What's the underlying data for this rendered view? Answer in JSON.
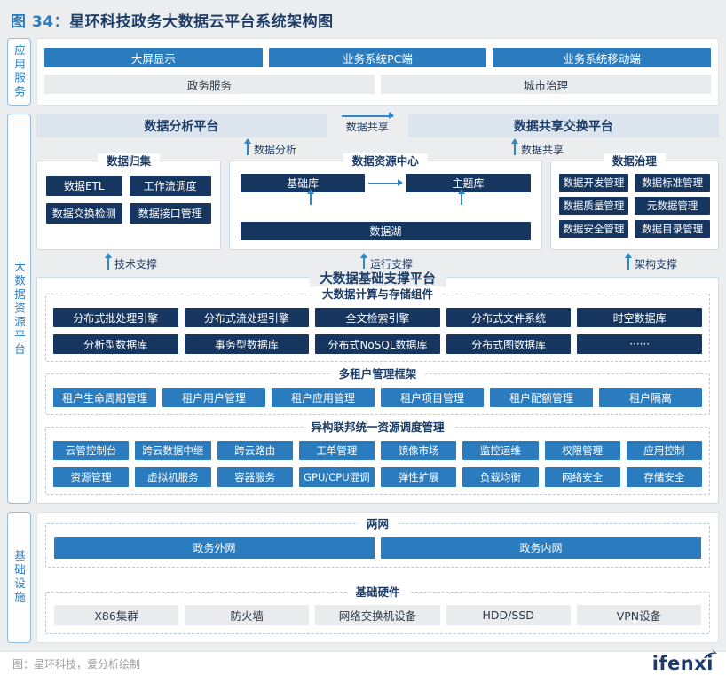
{
  "title": {
    "figure": "图 34：",
    "text": "星环科技政务大数据云平台系统架构图"
  },
  "colors": {
    "accent_blue": "#2b7cbf",
    "navy": "#16365f",
    "banner_bg": "#dce5ee",
    "page_bg": "#ecedef"
  },
  "app_services": {
    "label": "应用服务",
    "channels": [
      "大屏显示",
      "业务系统PC端",
      "业务系统移动端"
    ],
    "domains": [
      "政务服务",
      "城市治理"
    ]
  },
  "resource_platform": {
    "label": "大数据资源平台",
    "banner_left": "数据分析平台",
    "banner_right": "数据共享交换平台",
    "share_between_label": "数据共享",
    "flow_analysis_label": "数据分析",
    "flow_share_label": "数据共享",
    "collection": {
      "title": "数据归集",
      "items": [
        "数据ETL",
        "工作流调度",
        "数据交换检测",
        "数据接口管理"
      ]
    },
    "resource_center": {
      "title": "数据资源中心",
      "base": "基础库",
      "theme": "主题库",
      "lake": "数据湖"
    },
    "governance": {
      "title": "数据治理",
      "items": [
        "数据开发管理",
        "数据标准管理",
        "数据质量管理",
        "元数据管理",
        "数据安全管理",
        "数据目录管理"
      ]
    },
    "supports": [
      "技术支撑",
      "运行支撑",
      "架构支撑"
    ],
    "platform": {
      "title": "大数据基础支撑平台",
      "compute": {
        "title": "大数据计算与存储组件",
        "row1": [
          "分布式批处理引擎",
          "分布式流处理引擎",
          "全文检索引擎",
          "分布式文件系统",
          "时空数据库"
        ],
        "row2": [
          "分析型数据库",
          "事务型数据库",
          "分布式NoSQL数据库",
          "分布式图数据库",
          "······"
        ]
      },
      "tenant": {
        "title": "多租户管理框架",
        "items": [
          "租户生命周期管理",
          "租户用户管理",
          "租户应用管理",
          "租户项目管理",
          "租户配额管理",
          "租户隔离"
        ]
      },
      "scheduling": {
        "title": "异构联邦统一资源调度管理",
        "row1": [
          "云管控制台",
          "跨云数据中继",
          "跨云路由",
          "工单管理",
          "镜像市场",
          "监控运维",
          "权限管理",
          "应用控制"
        ],
        "row2": [
          "资源管理",
          "虚拟机服务",
          "容器服务",
          "GPU/CPU混调",
          "弹性扩展",
          "负载均衡",
          "网络安全",
          "存储安全"
        ]
      }
    }
  },
  "infrastructure": {
    "label": "基础设施",
    "networks": {
      "title": "两网",
      "items": [
        "政务外网",
        "政务内网"
      ]
    },
    "hardware": {
      "title": "基础硬件",
      "items": [
        "X86集群",
        "防火墙",
        "网络交换机设备",
        "HDD/SSD",
        "VPN设备"
      ]
    }
  },
  "footer": {
    "caption": "图：星环科技，爱分析绘制",
    "logo": "ifenxi"
  }
}
